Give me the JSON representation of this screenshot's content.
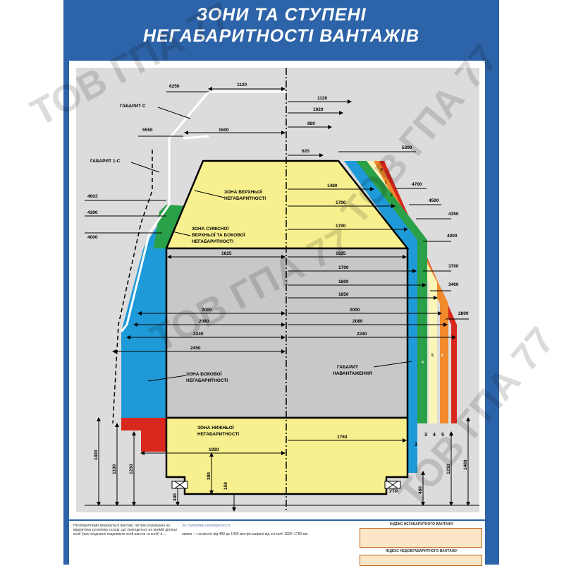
{
  "title": {
    "line1": "ЗОНИ ТА СТУПЕНІ",
    "line2": "НЕГАБАРИТНОСТІ ВАНТАЖІВ"
  },
  "labels": {
    "gabarit_c": "ГАБАРИТ С",
    "gabarit_1c": "ГАБАРИТ 1-С",
    "zone_top": [
      "ЗОНА ВЕРХНЬОЇ",
      "НЕГАБАРИТНОСТІ"
    ],
    "zone_mixed": [
      "ЗОНА СУМІСНОЇ",
      "ВЕРХНЬОЇ ТА БОКОВОЇ",
      "НЕГАБАРИТНОСТІ"
    ],
    "zone_side": [
      "ЗОНА БОКОВОЇ",
      "НЕГАБАРИТНОСТІ"
    ],
    "zone_bottom": [
      "ЗОНА НИЖНЬОЇ",
      "НЕГАБАРИТНОСТІ"
    ],
    "loading_gauge": [
      "ГАБАРИТ",
      "НАВАНТАЖЕННЯ"
    ],
    "utr": "УТР"
  },
  "dims_left": {
    "h6250": "6250",
    "w1120": "1120",
    "h5550": "5550",
    "w1600": "1600",
    "h4603": "4603",
    "h4300": "4300",
    "h4000": "4000",
    "w1625": "1625",
    "w2000": "2000",
    "w2080": "2080",
    "w2240": "2240",
    "w2450": "2450",
    "w1920": "1920",
    "v1400": "1400",
    "v1100": "1100",
    "v1230": "1230",
    "v380": "380",
    "v340": "340",
    "v150": "150"
  },
  "dims_right": {
    "w1120": "1120",
    "w1020": "1020",
    "w880": "880",
    "w620": "620",
    "h5300": "5300",
    "w1480": "1480",
    "h4700": "4700",
    "w1700a": "1700",
    "h4500": "4500",
    "h4350": "4350",
    "w1700b": "1700",
    "h4000": "4000",
    "w1625": "1625",
    "w1700c": "1700",
    "w1800": "1800",
    "w1850": "1850",
    "h3700": "3700",
    "h3400": "3400",
    "w2000": "2000",
    "h2800": "2800",
    "w2080": "2080",
    "w2240": "2240",
    "w1760": "1760",
    "v1230": "1230",
    "v1400": "1400",
    "v480": "480"
  },
  "degree_numbers": [
    "3",
    "4",
    "5",
    "6"
  ],
  "stripe_marks": [
    "3",
    "4",
    "5",
    "6",
    "0",
    "1",
    "2"
  ],
  "colors": {
    "frame": "#2d63a8",
    "yellow": "#f8f08e",
    "gray": "#c8c8c8",
    "blue": "#1e9ad8",
    "green": "#2aa048",
    "red": "#d8281e",
    "orange": "#f08a2a",
    "light_yellow": "#fbf5b8"
  },
  "watermark": "ТОВ ГПА 77",
  "bottom": {
    "text_left": "Негабаритними вважаються вантажі, які при розміщенні на відкритому рухомому складі, що знаходиться на прямій ділянці колії (при поєднанні поздовжніх осей вагона та колії) в ...",
    "text_mid_1": "За ступенями негабаритності:",
    "text_mid_2": "нижня — на висоті від 480 до 1400 мм при ширині від осі колії 1625–1760 мм",
    "table1_title": "ІНДЕКС НЕГАБАРИТНОГО ВАНТАЖУ",
    "table2_title": "ІНДЕКС НЕДОВГАБАРИТНОГО ВАНТАЖУ"
  }
}
